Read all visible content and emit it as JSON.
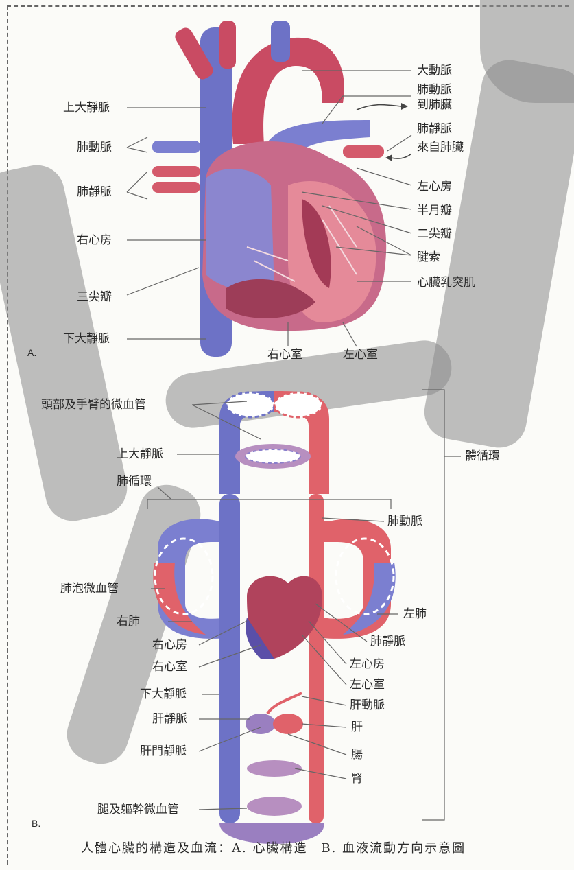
{
  "diagram_a": {
    "part_label": "A.",
    "left_labels": [
      "上大靜脈",
      "肺動脈",
      "肺靜脈",
      "右心房",
      "三尖瓣",
      "下大靜脈"
    ],
    "right_labels": [
      "大動脈",
      "肺動脈",
      "到肺臟",
      "肺靜脈",
      "來自肺臟",
      "左心房",
      "半月瓣",
      "二尖瓣",
      "腱索",
      "心臟乳突肌"
    ],
    "bottom_labels": [
      "右心室",
      "左心室"
    ]
  },
  "diagram_b": {
    "part_label": "B.",
    "labels": {
      "head_capillaries": "頭部及手臂的微血管",
      "svc": "上大靜脈",
      "pulmonary_circ": "肺循環",
      "systemic_circ": "體循環",
      "pulmonary_artery": "肺動脈",
      "alveolar_capillaries": "肺泡微血管",
      "right_lung": "右肺",
      "left_lung": "左肺",
      "pulmonary_vein": "肺靜脈",
      "right_atrium": "右心房",
      "left_atrium": "左心房",
      "right_ventricle": "右心室",
      "left_ventricle": "左心室",
      "ivc": "下大靜脈",
      "hepatic_artery": "肝動脈",
      "hepatic_vein": "肝靜脈",
      "liver": "肝",
      "hepatic_portal_vein": "肝門靜脈",
      "intestine": "腸",
      "kidney": "腎",
      "leg_capillaries": "腿及軀幹微血管"
    }
  },
  "caption": "人體心臟的構造及血流：A. 心臟構造　B. 血液流動方向示意圖",
  "colors": {
    "vein": "#6a6fc4",
    "artery": "#e0626a",
    "heart": "#b0435c",
    "line": "#555555"
  }
}
